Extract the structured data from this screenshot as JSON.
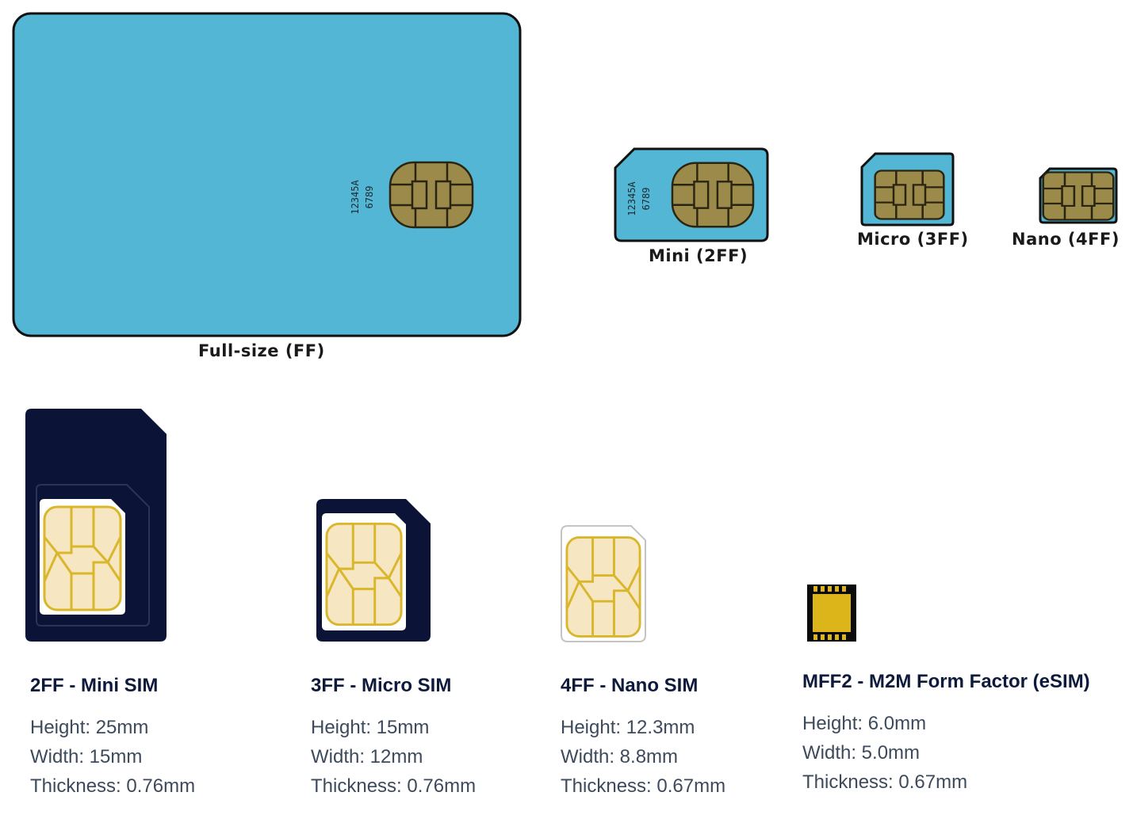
{
  "top_cards": {
    "full": {
      "label": "Full-size (FF)",
      "serial_line1": "12345A",
      "serial_line2": "6789"
    },
    "mini": {
      "label": "Mini (2FF)",
      "serial_line1": "12345A",
      "serial_line2": "6789"
    },
    "micro": {
      "label": "Micro (3FF)"
    },
    "nano": {
      "label": "Nano (4FF)"
    }
  },
  "specs": [
    {
      "title": "2FF - Mini SIM",
      "height": "Height: 25mm",
      "width": "Width: 15mm",
      "thickness": "Thickness: 0.76mm"
    },
    {
      "title": "3FF - Micro SIM",
      "height": "Height: 15mm",
      "width": "Width: 12mm",
      "thickness": "Thickness: 0.76mm"
    },
    {
      "title": "4FF - Nano SIM",
      "height": "Height: 12.3mm",
      "width": "Width: 8.8mm",
      "thickness": "Thickness: 0.67mm"
    },
    {
      "title": "MFF2 - M2M Form Factor (eSIM)",
      "height": "Height: 6.0mm",
      "width": "Width: 5.0mm",
      "thickness": "Thickness: 0.67mm"
    }
  ],
  "colors": {
    "card_blue": "#53b6d4",
    "chip_bronze": "#9c8a4a",
    "navy": "#0b1437",
    "chip_cream": "#f6e6c2",
    "chip_gold": "#d9b62a",
    "esim_gold": "#dcb51a"
  }
}
